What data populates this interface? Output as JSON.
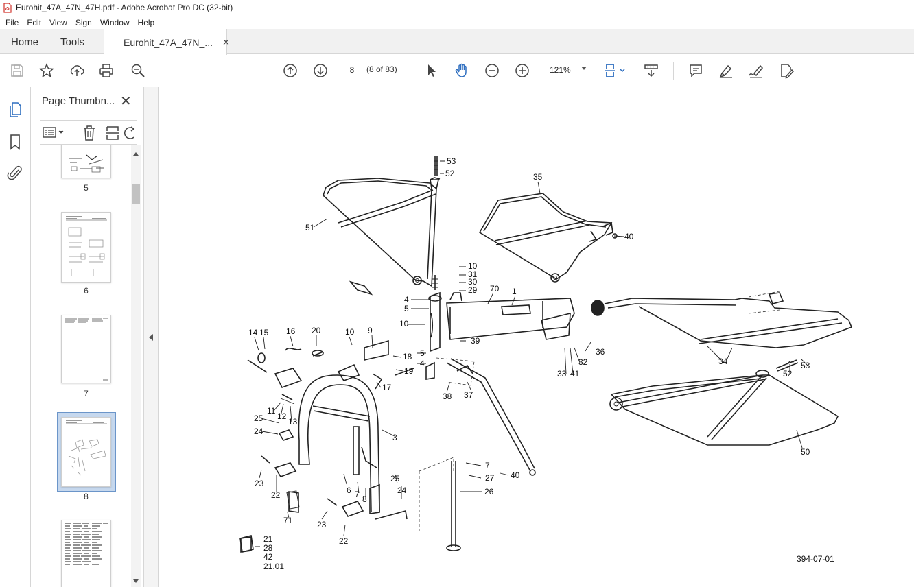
{
  "window": {
    "title": "Eurohit_47A_47N_47H.pdf - Adobe Acrobat Pro DC (32-bit)"
  },
  "menu": [
    "File",
    "Edit",
    "View",
    "Sign",
    "Window",
    "Help"
  ],
  "tabs": {
    "home": "Home",
    "tools": "Tools",
    "document": "Eurohit_47A_47N_..."
  },
  "toolbar": {
    "page_number": "8",
    "page_count": "(8 of 83)",
    "zoom": "121%",
    "icons": [
      "save-icon",
      "bookmark-star-icon",
      "upload-icon",
      "print-icon",
      "search-zoom-icon",
      "page-up-icon",
      "page-down-icon",
      "select-arrow-icon",
      "hand-icon",
      "zoom-out-icon",
      "zoom-in-icon",
      "page-fit-icon",
      "scroll-mode-icon",
      "comment-icon",
      "highlight-icon",
      "sign-icon",
      "edit-icon"
    ]
  },
  "panel": {
    "title": "Page Thumbn...",
    "thumbnails": [
      {
        "label": "5"
      },
      {
        "label": "6"
      },
      {
        "label": "7"
      },
      {
        "label": "8",
        "selected": true
      },
      {
        "label": ""
      }
    ]
  },
  "drawing": {
    "code": "394-07-01",
    "part_numbers": [
      "53",
      "52",
      "51",
      "35",
      "40",
      "10",
      "31",
      "30",
      "29",
      "70",
      "1",
      "4",
      "5",
      "10",
      "39",
      "36",
      "34",
      "32",
      "33",
      "41",
      "53",
      "52",
      "50",
      "14",
      "15",
      "16",
      "20",
      "10",
      "9",
      "18",
      "19",
      "17",
      "5",
      "4",
      "38",
      "37",
      "11",
      "12",
      "13",
      "25",
      "24",
      "3",
      "40",
      "7",
      "27",
      "26",
      "23",
      "22",
      "6",
      "7",
      "8",
      "25",
      "24",
      "71",
      "23",
      "22",
      "21",
      "28",
      "42",
      "21.01"
    ]
  },
  "colors": {
    "accent": "#2f6fc0",
    "selection": "#c6d8ee"
  }
}
